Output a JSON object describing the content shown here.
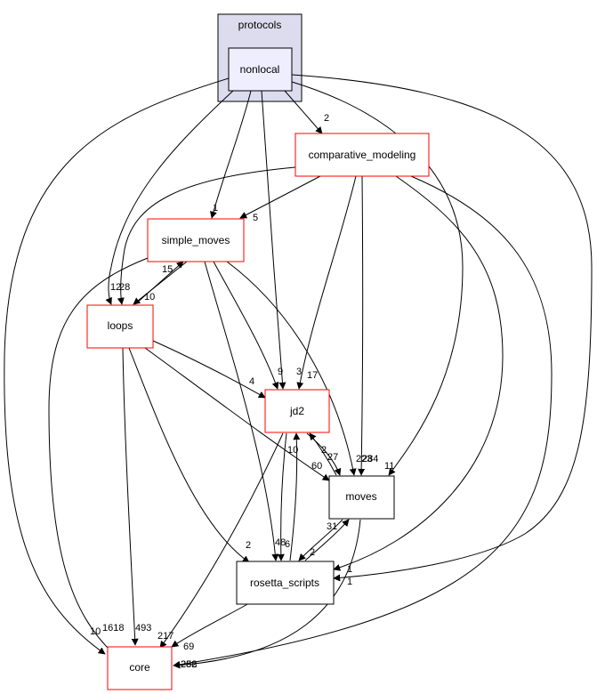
{
  "cluster": {
    "label": "protocols",
    "fill": "#dcdcee",
    "stroke": "#000000"
  },
  "nodes": {
    "nonlocal": {
      "label": "nonlocal",
      "fill": "#eeeeff",
      "stroke": "#000000"
    },
    "comparative_modeling": {
      "label": "comparative_modeling",
      "stroke": "#ff0000"
    },
    "simple_moves": {
      "label": "simple_moves",
      "stroke": "#ff0000"
    },
    "loops": {
      "label": "loops",
      "stroke": "#ff0000"
    },
    "jd2": {
      "label": "jd2",
      "stroke": "#ff0000"
    },
    "moves": {
      "label": "moves",
      "stroke": "#000000"
    },
    "rosetta_scripts": {
      "label": "rosetta_scripts",
      "stroke": "#000000"
    },
    "core": {
      "label": "core",
      "stroke": "#ff0000"
    }
  },
  "edge_labels": {
    "nl_cm": "2",
    "nl_sm": "1",
    "nl_loops": "12",
    "nl_jd2": "3",
    "nl_moves": "11",
    "nl_rs": "1",
    "nl_core": "10",
    "cm_sm": "5",
    "cm_loops": "28",
    "cm_jd2": "17",
    "cm_moves": "284",
    "cm_rs": "1",
    "cm_core": "258",
    "sm_loops": "10",
    "loops_sm": "15",
    "sm_jd2": "9",
    "sm_moves": "223",
    "sm_rs": "48",
    "sm_core": "1618",
    "loops_jd2": "4",
    "loops_moves": "60",
    "loops_rs": "2",
    "loops_core": "493",
    "jd2_moves": "2",
    "moves_jd2": "27",
    "jd2_rs": "6",
    "rs_jd2": "10",
    "jd2_core": "217",
    "moves_rs": "2",
    "rs_moves": "31",
    "moves_core": "282",
    "rs_core": "69"
  }
}
